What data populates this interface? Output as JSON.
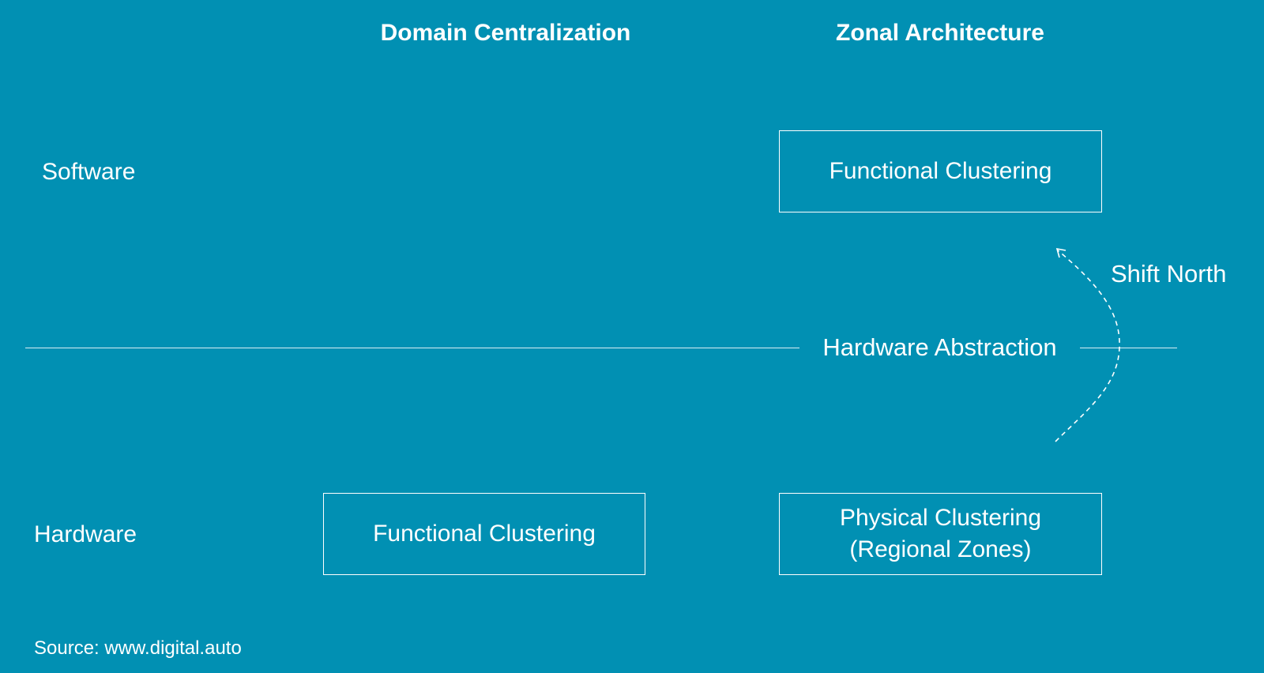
{
  "columns": {
    "domain": "Domain Centralization",
    "zonal": "Zonal Architecture"
  },
  "rows": {
    "software": "Software",
    "hardware": "Hardware"
  },
  "boxes": {
    "software_functional": "Functional Clustering",
    "hardware_functional": "Functional Clustering",
    "hardware_physical_line1": "Physical Clustering",
    "hardware_physical_line2": "(Regional Zones)"
  },
  "divider_label": "Hardware Abstraction",
  "shift_label": "Shift North",
  "source": "Source: www.digital.auto",
  "colors": {
    "background": "#0190b3",
    "foreground": "#ffffff"
  },
  "icons": {
    "shift_arrow": "dashed-curved-arrow-up-icon"
  }
}
